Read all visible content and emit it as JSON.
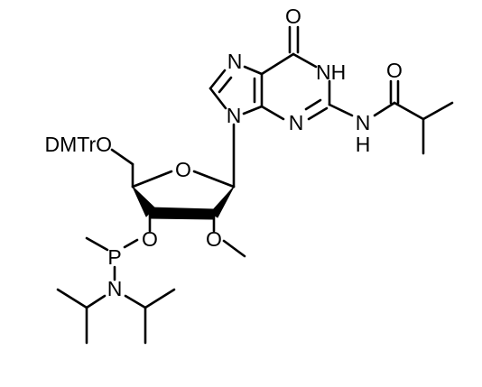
{
  "molecule": {
    "labels": {
      "o_carbonyl_top": "O",
      "n7": "N",
      "nh_1": "NH",
      "n9": "N",
      "n3": "N",
      "n_amide": "N",
      "h_amide": "H",
      "o_amide": "O",
      "dmtr_o": "DMTrO",
      "o_ring": "O",
      "o_3prime": "O",
      "o_2prime": "O",
      "p": "P",
      "n_amine": "N"
    }
  }
}
